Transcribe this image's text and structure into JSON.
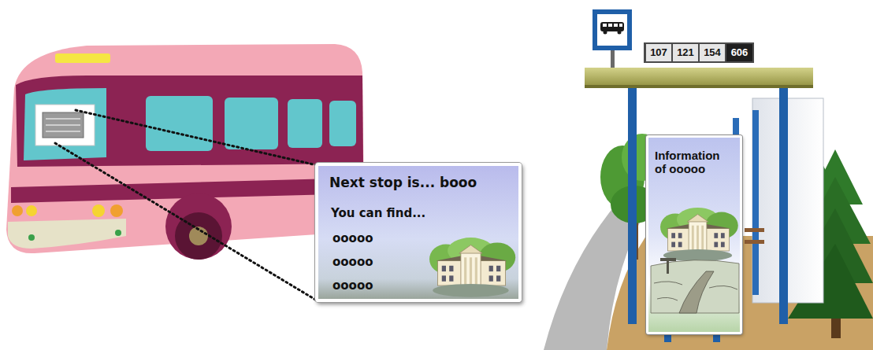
{
  "diagram": {
    "nodes": [
      {
        "text": [
          "Next stop is... booo",
          "You can find...",
          "ooooo",
          "ooooo",
          "ooooo"
        ]
      },
      {
        "text": [
          "Information of ooooo"
        ]
      }
    ],
    "labels": [
      "107",
      "121",
      "154",
      "606"
    ]
  }
}
